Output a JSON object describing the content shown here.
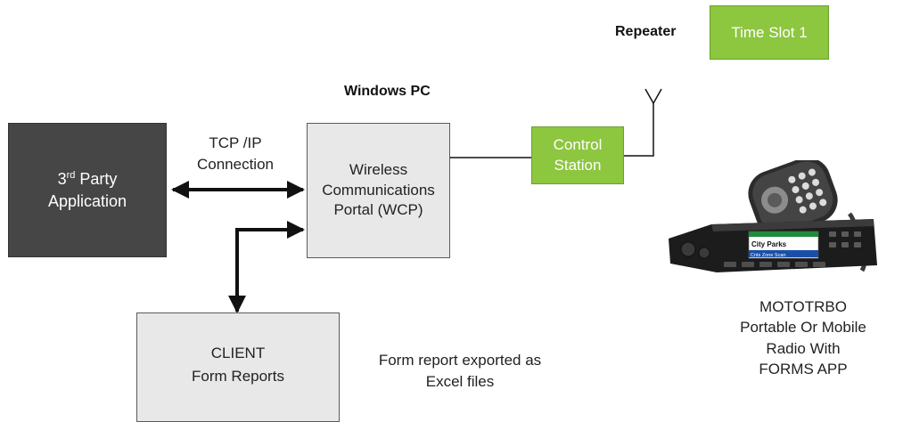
{
  "colors": {
    "green": "#8dc63f",
    "green_border": "#6aa12e",
    "dark_box": "#464646",
    "light_box": "#e8e8e8",
    "line": "#111111"
  },
  "repeater": {
    "label": "Repeater",
    "slot": "Time Slot 1"
  },
  "windows_pc": "Windows PC",
  "third_party": {
    "base": "3",
    "sup": "rd",
    "rest": " Party",
    "line2": "Application"
  },
  "tcp": {
    "line1": "TCP /IP",
    "line2": "Connection"
  },
  "wcp": {
    "line1": "Wireless",
    "line2": "Communications",
    "line3": "Portal (WCP)"
  },
  "control_station": {
    "line1": "Control",
    "line2": "Station"
  },
  "client": {
    "line1": "CLIENT",
    "line2": "Form Reports"
  },
  "export_note": {
    "line1": "Form report exported as",
    "line2": "Excel files"
  },
  "radio_screen": {
    "line1": "City Parks",
    "line2": "Cnts  Zone  Scan"
  },
  "mototrbo": {
    "line1": "MOTOTRBO",
    "line2": "Portable Or Mobile",
    "line3": "Radio With",
    "line4": "FORMS APP"
  }
}
